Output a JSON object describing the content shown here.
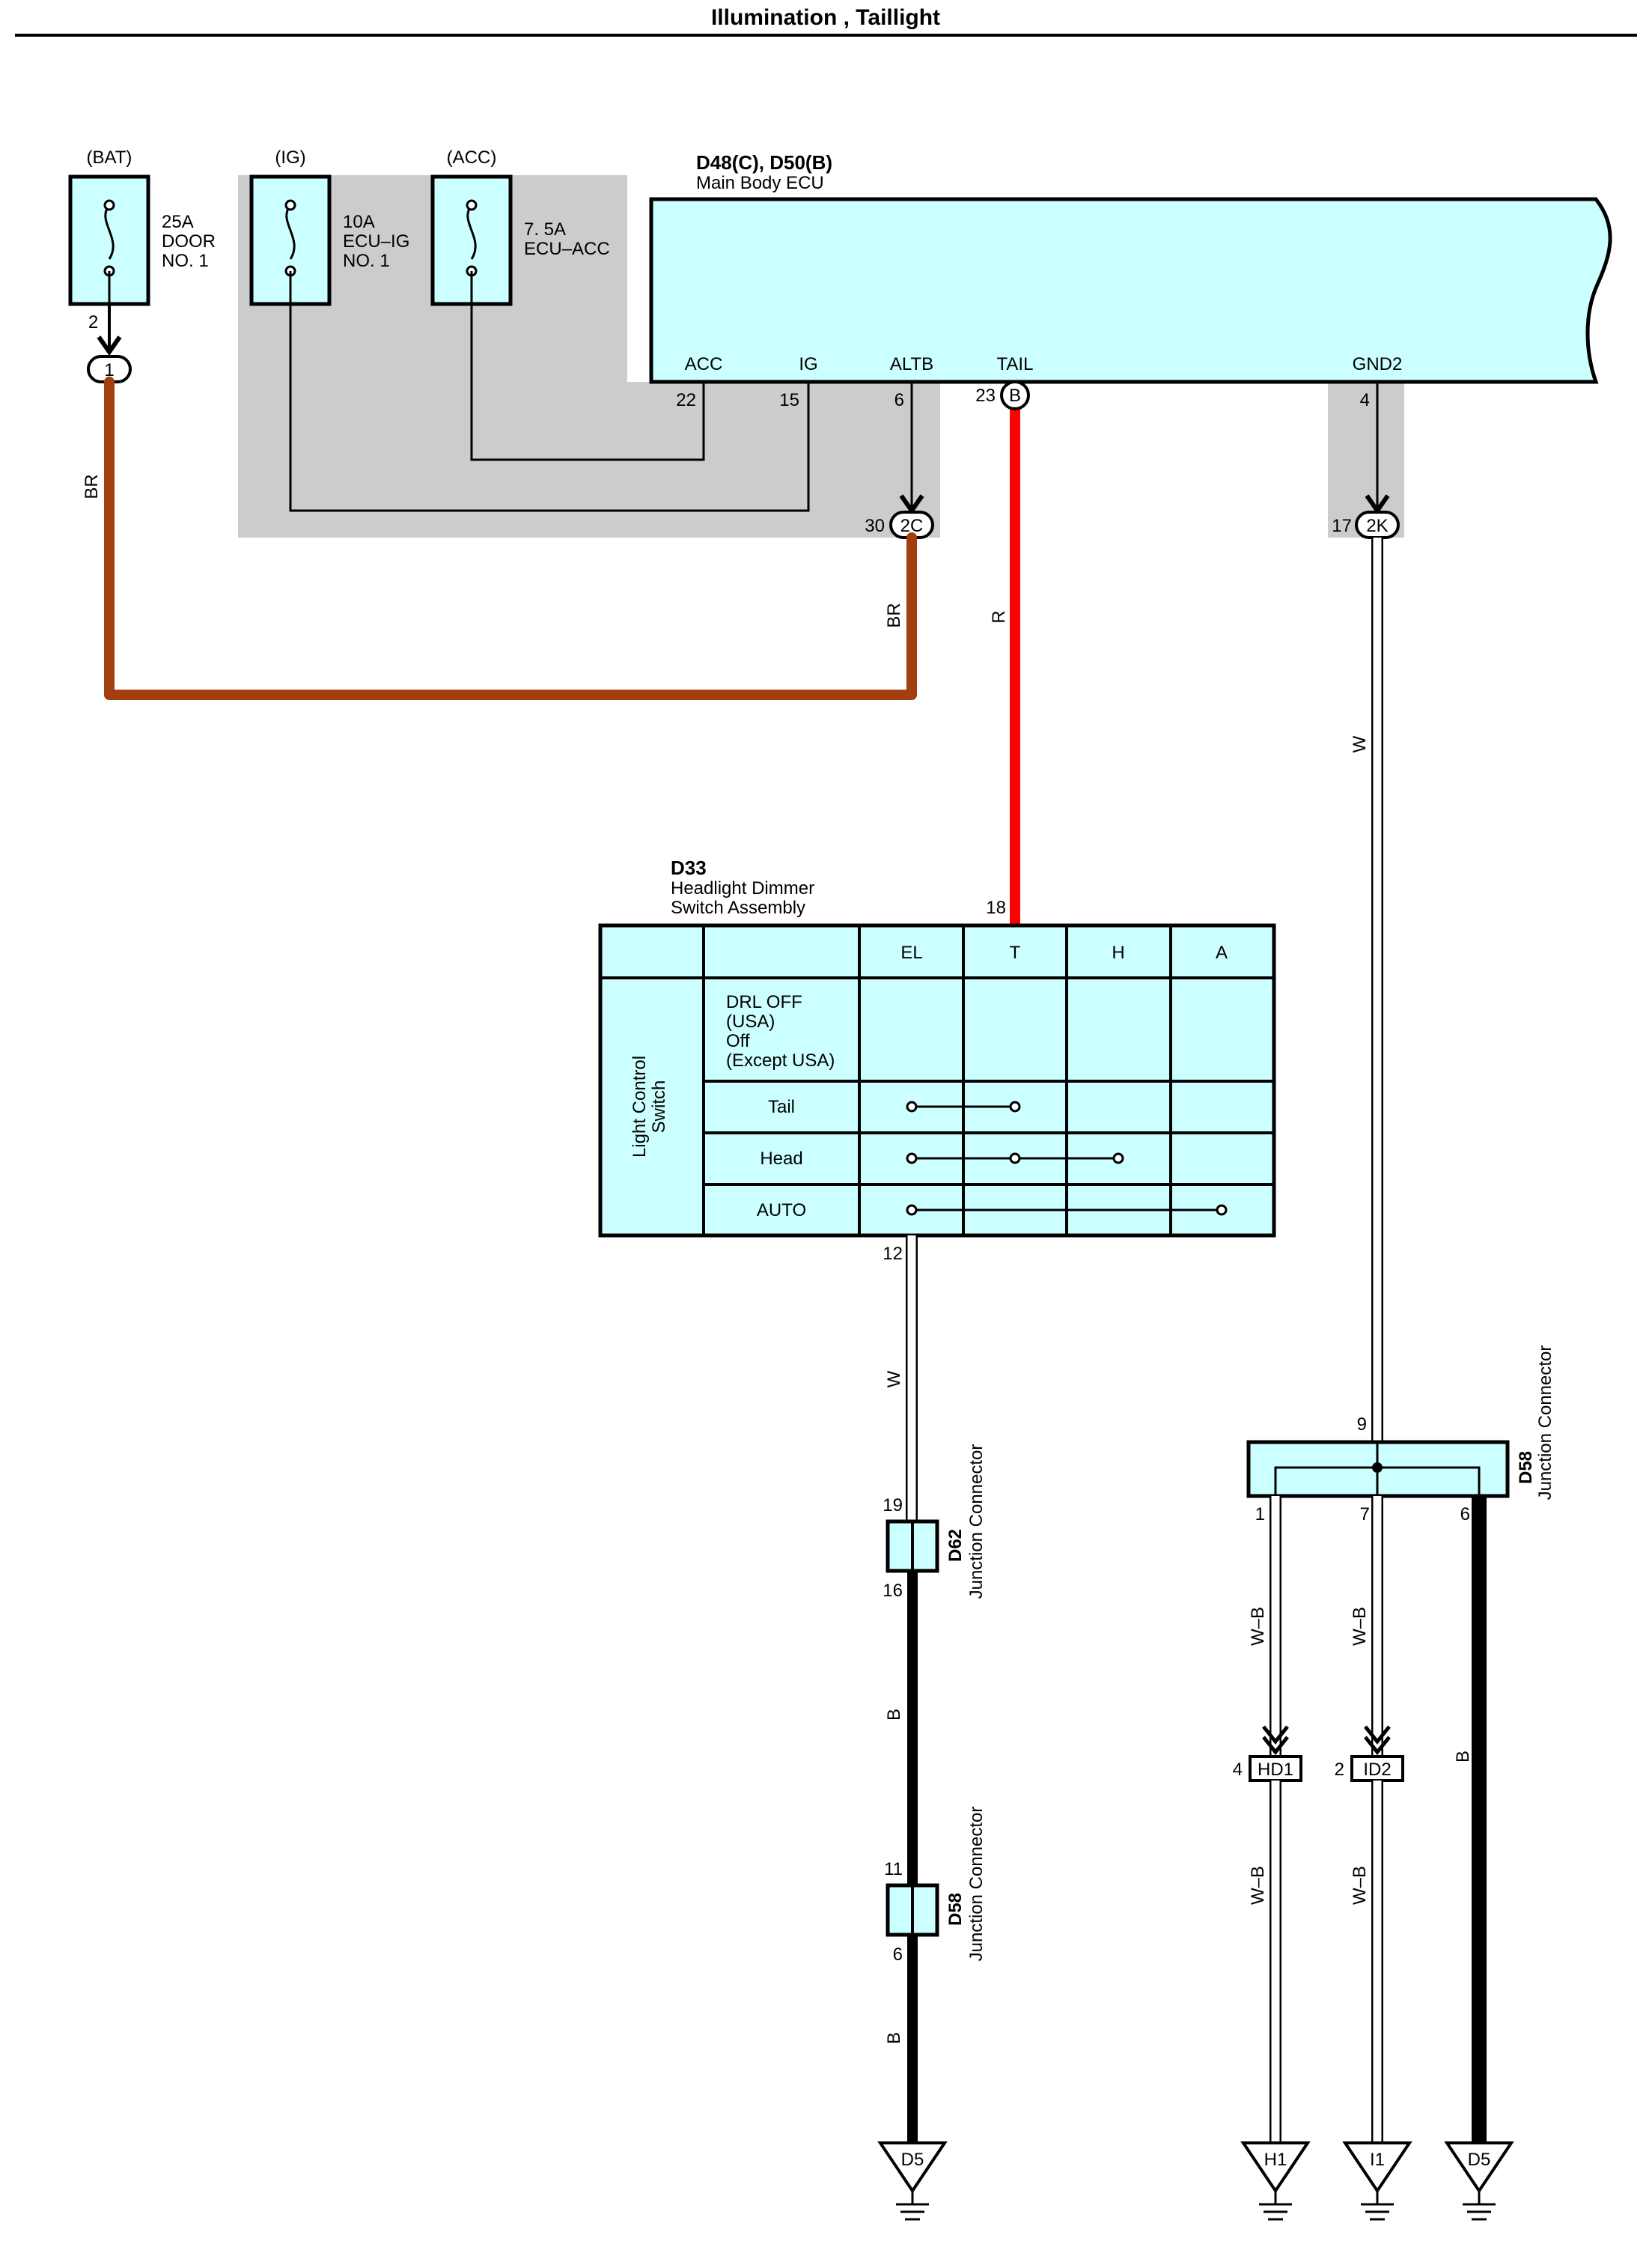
{
  "title": "Illumination , Taillight",
  "colors": {
    "component_fill": "#ccffff",
    "shaded_area": "#cccccc",
    "wire_br": "#a33f0e",
    "wire_r": "#ff0000",
    "wire_b": "#000000",
    "wire_w": "#ffffff"
  },
  "fuses": [
    {
      "source": "(BAT)",
      "line1": "25A",
      "line2": "DOOR",
      "line3": "NO. 1"
    },
    {
      "source": "(IG)",
      "line1": "10A",
      "line2": "ECU–IG",
      "line3": "NO. 1"
    },
    {
      "source": "(ACC)",
      "line1": "7. 5A",
      "line2": "ECU–ACC",
      "line3": ""
    }
  ],
  "bat_pin": "2",
  "conn_1": "1",
  "ecu": {
    "code": "D48(C), D50(B)",
    "name": "Main Body ECU",
    "terminals": [
      "ACC",
      "IG",
      "ALTB",
      "TAIL",
      "GND2"
    ],
    "pins": [
      "22",
      "15",
      "6",
      "23",
      "4"
    ],
    "tail_conn": "B"
  },
  "conn_2c": {
    "label": "2C",
    "pin": "30"
  },
  "conn_2k": {
    "label": "2K",
    "pin": "17"
  },
  "wire_colors": {
    "br": "BR",
    "r": "R",
    "w": "W",
    "b": "B",
    "wb": "W–B"
  },
  "switch": {
    "code": "D33",
    "name1": "Headlight Dimmer",
    "name2": "Switch Assembly",
    "pin_top": "18",
    "pin_bottom": "12",
    "side_label1": "Light Control",
    "side_label2": "Switch",
    "columns": [
      "EL",
      "T",
      "H",
      "A"
    ],
    "rows": [
      "Tail",
      "Head",
      "AUTO"
    ],
    "off_row": [
      "DRL OFF",
      "(USA)",
      "Off",
      "(Except USA)"
    ]
  },
  "d62": {
    "code": "D62",
    "name": "Junction Connector",
    "pin_in": "19",
    "pin_out": "16"
  },
  "d58a": {
    "code": "D58",
    "name": "Junction Connector",
    "pin_in": "11",
    "pin_out": "6"
  },
  "d58b": {
    "code": "D58",
    "name": "Junction Connector",
    "pin_in": "9",
    "pins": [
      "1",
      "7",
      "6"
    ]
  },
  "hd1": {
    "label": "HD1",
    "pin": "4"
  },
  "id2": {
    "label": "ID2",
    "pin": "2"
  },
  "grounds": [
    "D5",
    "H1",
    "I1",
    "D5"
  ]
}
